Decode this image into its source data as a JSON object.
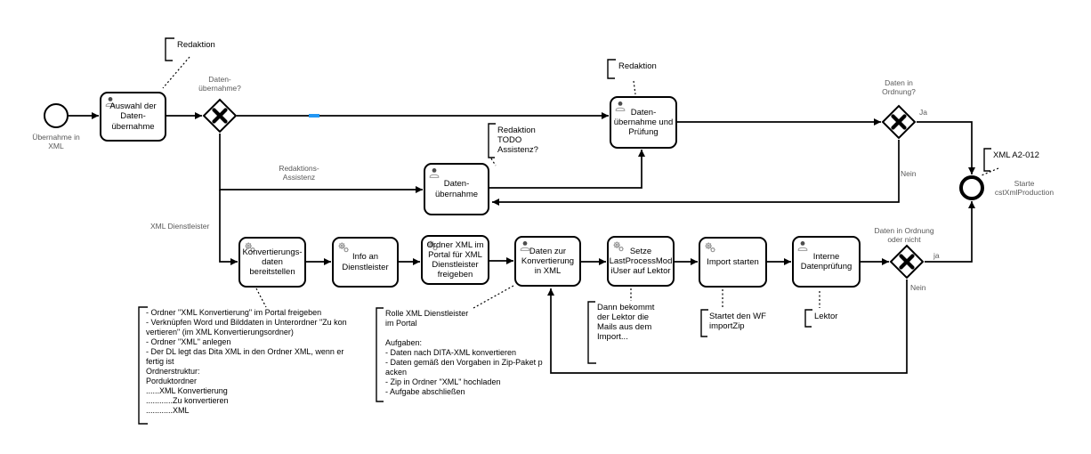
{
  "colors": {
    "stroke": "#000000",
    "label_gray": "#595959",
    "highlight_blue": "#2196f3"
  },
  "events": {
    "start_label": "Übernahme in\nXML",
    "end_label": "Starte\ncstXmlProduction"
  },
  "tasks": {
    "auswahl": "Auswahl der\nDaten-\nübernahme",
    "uebernahme_pruefung": "Daten-\nübernahme und\nPrüfung",
    "uebernahme": "Daten-\nübernahme",
    "konvertierungsdaten": "Konvertierungs-\ndaten\nbereitstellen",
    "info_dienstleister": "Info an\nDienstleister",
    "ordner_freigeben": "Ordner XML im\nPortal für XML\nDienstleister\nfreigeben",
    "daten_konvertierung": "Daten zur\nKonvertierung\nin XML",
    "setze_lastprocessmod": "Setze\nLastProcessMod\niUser auf Lektor",
    "import_starten": "Import starten",
    "interne_pruefung": "Interne\nDatenprüfung"
  },
  "labels": {
    "gw1": "Daten-\nübernahme?",
    "gw2": "Daten in\nOrdnung?",
    "gw2_yes": "Ja",
    "gw2_no": "Nein",
    "gw3": "Daten in Ordnung\noder nicht",
    "gw3_yes": "ja",
    "gw3_no": "Nein",
    "redaktions_assistenz": "Redaktions-\nAssistenz",
    "xml_dienstleister": "XML Dienstleister"
  },
  "annotations": {
    "redaktion_top": "Redaktion",
    "redaktion_pruefung": "Redaktion",
    "redaktion_todo": "Redaktion\nTODO\nAssistenz?",
    "xml_a2_012": "XML A2-012",
    "ordner_notes": "- Ordner \"XML Konvertierung\" im Portal freigeben\n- Verknüpfen Word und Bilddaten in Unterordner \"Zu kon\nvertieren\" (im XML Konvertierungsordner)\n- Ordner \"XML\" anlegen\n- Der DL legt das Dita XML in den Ordner XML, wenn er\nfertig ist\nOrdnerstruktur:\nPorduktordner\n......XML Konvertierung\n............Zu konvertieren\n............XML",
    "rolle_notes": "Rolle XML Dienstleister\nim Portal\n\nAufgaben:\n- Daten nach DITA-XML konvertieren\n- Daten gemäß den Vorgaben in Zip-Paket p\nacken\n- Zip in Ordner \"XML\" hochladen\n- Aufgabe abschließen",
    "lektor_mails": "Dann bekommt\nder Lektor die\nMails aus dem\nImport...",
    "wf_importzip": "Startet den WF\nimportZip",
    "lektor": "Lektor"
  }
}
